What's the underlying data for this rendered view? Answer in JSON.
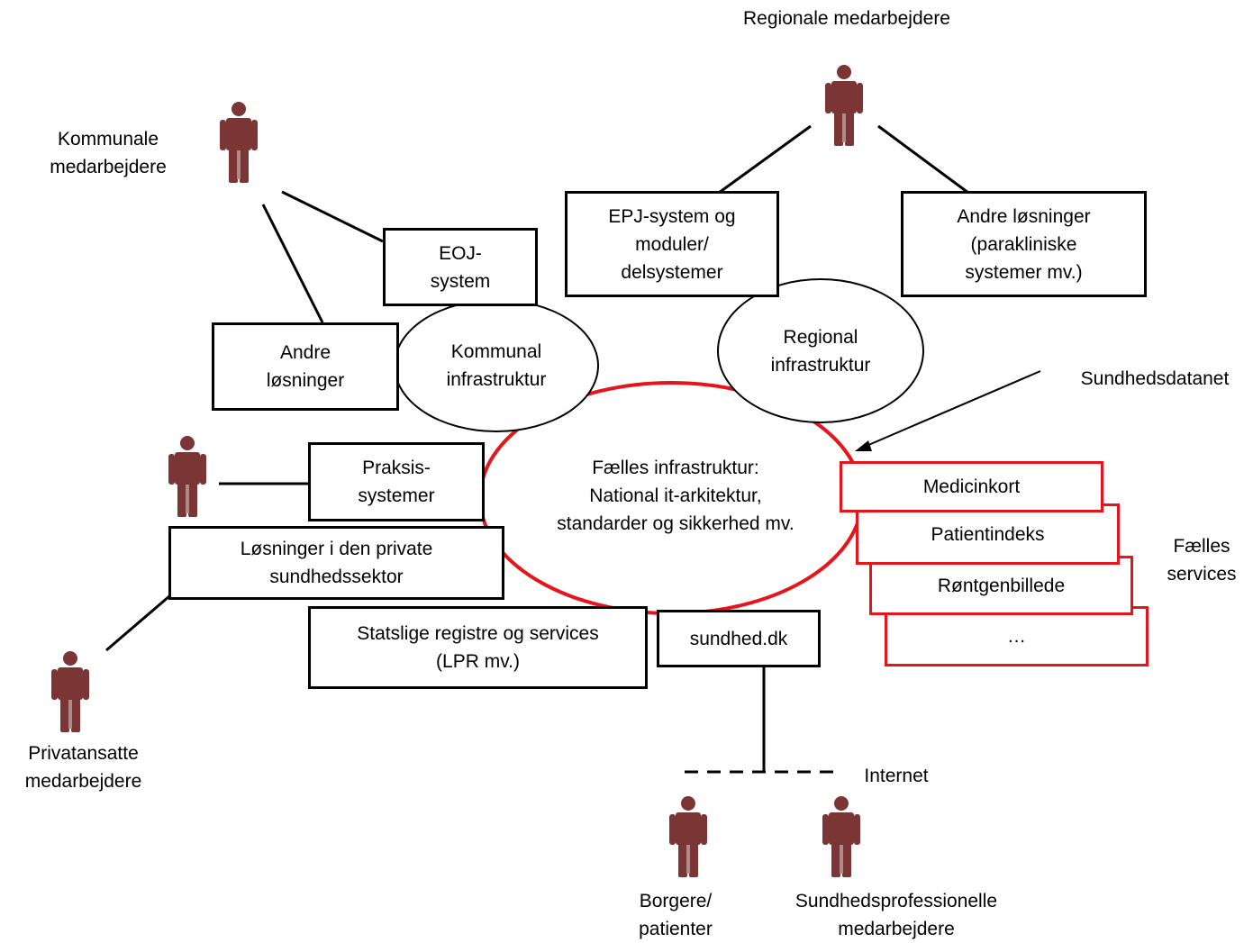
{
  "labels": {
    "regional_staff": "Regionale medarbejdere",
    "municipal_staff": [
      "Kommunale",
      "medarbejdere"
    ],
    "private_staff": [
      "Privatansatte",
      "medarbejdere"
    ],
    "citizens": [
      "Borgere/",
      "patienter"
    ],
    "health_professionals": [
      "Sundhedsprofessionelle",
      "medarbejdere"
    ],
    "health_data_net": "Sundhedsdatanet",
    "internet": "Internet",
    "common_services": [
      "Fælles",
      "services"
    ]
  },
  "central": [
    "Fælles infrastruktur:",
    "National it-arkitektur,",
    "standarder og sikkerhed mv."
  ],
  "ellipses": {
    "municipal": [
      "Kommunal",
      "infrastruktur"
    ],
    "regional": [
      "Regional",
      "infrastruktur"
    ]
  },
  "boxes": {
    "eoj": [
      "EOJ-",
      "system"
    ],
    "other_solutions_municipal": [
      "Andre",
      "løsninger"
    ],
    "epj": [
      "EPJ-system og",
      "moduler/",
      "delsystemer"
    ],
    "other_solutions_regional": [
      "Andre løsninger",
      "(parakliniske",
      "systemer mv.)"
    ],
    "practice": [
      "Praksis-",
      "systemer"
    ],
    "private_solutions": [
      "Løsninger i den private",
      "sundhedssektor"
    ],
    "state_registers": [
      "Statslige registre og services",
      "(LPR mv.)"
    ],
    "sundhed_dk": "sundhed.dk"
  },
  "services": [
    "Medicinkort",
    "Patientindeks",
    "Røntgenbillede",
    "…"
  ],
  "colors": {
    "network_ring": "#e8141b",
    "person": "#7b3535",
    "lines": "#000000"
  }
}
